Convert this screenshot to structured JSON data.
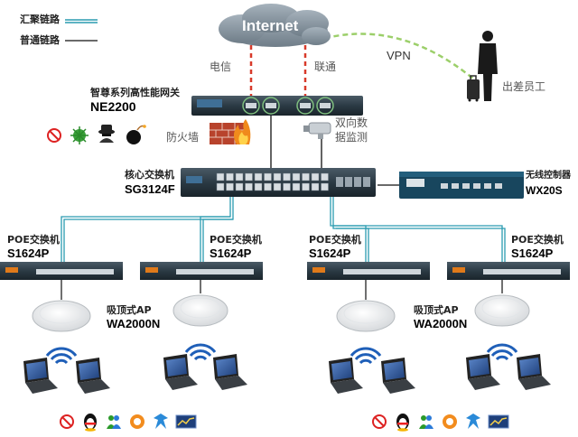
{
  "legend": {
    "aggregation_link": "汇聚链路",
    "normal_link": "普通链路"
  },
  "cloud": {
    "label": "Internet"
  },
  "isp": {
    "telecom": "电信",
    "unicom": "联通"
  },
  "vpn": {
    "label": "VPN"
  },
  "remote_worker": {
    "label": "出差员工"
  },
  "gateway": {
    "title": "智尊系列高性能网关",
    "model": "NE2200"
  },
  "firewall": {
    "label": "防火墙"
  },
  "monitor": {
    "label_line1": "双向数",
    "label_line2": "据监测"
  },
  "core_switch": {
    "title": "核心交换机",
    "model": "SG3124F"
  },
  "wireless_controller": {
    "title": "无线控制器",
    "model": "WX20S"
  },
  "poe_switches": [
    {
      "title": "POE交换机",
      "model": "S1624P"
    },
    {
      "title": "POE交换机",
      "model": "S1624P"
    },
    {
      "title": "POE交换机",
      "model": "S1624P"
    },
    {
      "title": "POE交换机",
      "model": "S1624P"
    }
  ],
  "access_points": [
    {
      "title": "吸顶式AP",
      "model": "WA2000N"
    },
    {
      "title": "吸顶式AP",
      "model": "WA2000N"
    }
  ],
  "colors": {
    "aggregation_link": "#2a9bb0",
    "normal_link": "#111111",
    "vpn_line": "#9ccf6a",
    "isp_line": "#d83a2a",
    "device_body": "#2b3a44",
    "cloud": "#8c9aa6"
  }
}
